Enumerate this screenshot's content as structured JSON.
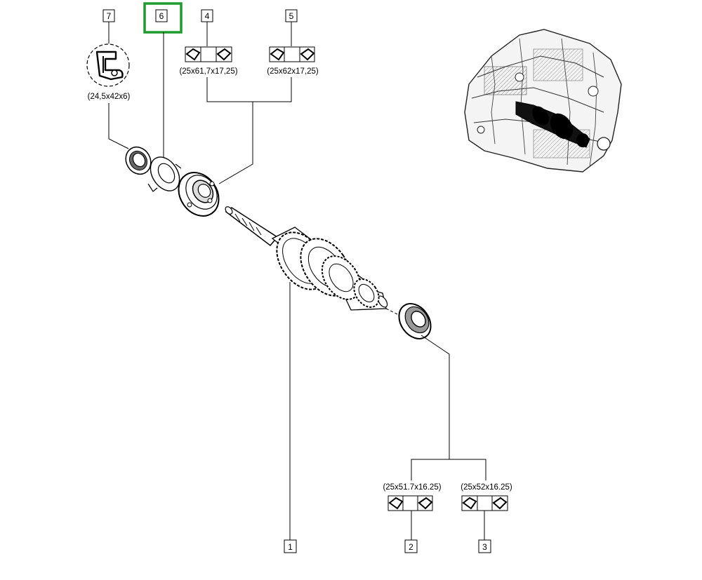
{
  "callouts": [
    {
      "id": "1",
      "label": "1"
    },
    {
      "id": "2",
      "label": "2"
    },
    {
      "id": "3",
      "label": "3"
    },
    {
      "id": "4",
      "label": "4"
    },
    {
      "id": "5",
      "label": "5"
    },
    {
      "id": "6",
      "label": "6"
    },
    {
      "id": "7",
      "label": "7"
    }
  ],
  "dimensions": {
    "seal_7": "(24,5x42x6)",
    "bearing_4": "(25x61,7x17,25)",
    "bearing_5": "(25x62x17,25)",
    "bearing_2": "(25x51.7x16.25)",
    "bearing_3": "(25x52x16.25)"
  },
  "selected_callout": "6",
  "colors": {
    "highlight": "#1f9a2c",
    "line": "#000000"
  }
}
